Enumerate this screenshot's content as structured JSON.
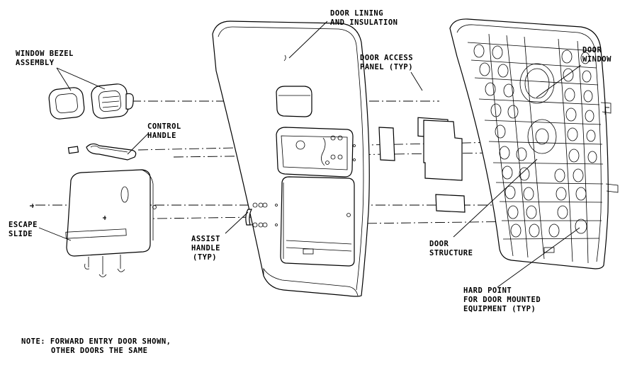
{
  "labels": {
    "window_bezel_1": "WINDOW BEZEL",
    "window_bezel_2": "ASSEMBLY",
    "control_handle_1": "CONTROL",
    "control_handle_2": "HANDLE",
    "escape_slide_1": "ESCAPE",
    "escape_slide_2": "SLIDE",
    "assist_handle_1": "ASSIST",
    "assist_handle_2": "HANDLE",
    "assist_handle_3": "(TYP)",
    "door_lining_1": "DOOR LINING",
    "door_lining_2": "AND INSULATION",
    "door_access_1": "DOOR ACCESS",
    "door_access_2": "PANEL (TYP)",
    "door_window_1": "DOOR",
    "door_window_2": "WINDOW",
    "door_structure_1": "DOOR",
    "door_structure_2": "STRUCTURE",
    "hard_point_1": "HARD POINT",
    "hard_point_2": "FOR DOOR MOUNTED",
    "hard_point_3": "EQUIPMENT (TYP)"
  },
  "note": {
    "line1": "NOTE: FORWARD ENTRY DOOR SHOWN,",
    "line2": "OTHER DOORS THE SAME"
  }
}
